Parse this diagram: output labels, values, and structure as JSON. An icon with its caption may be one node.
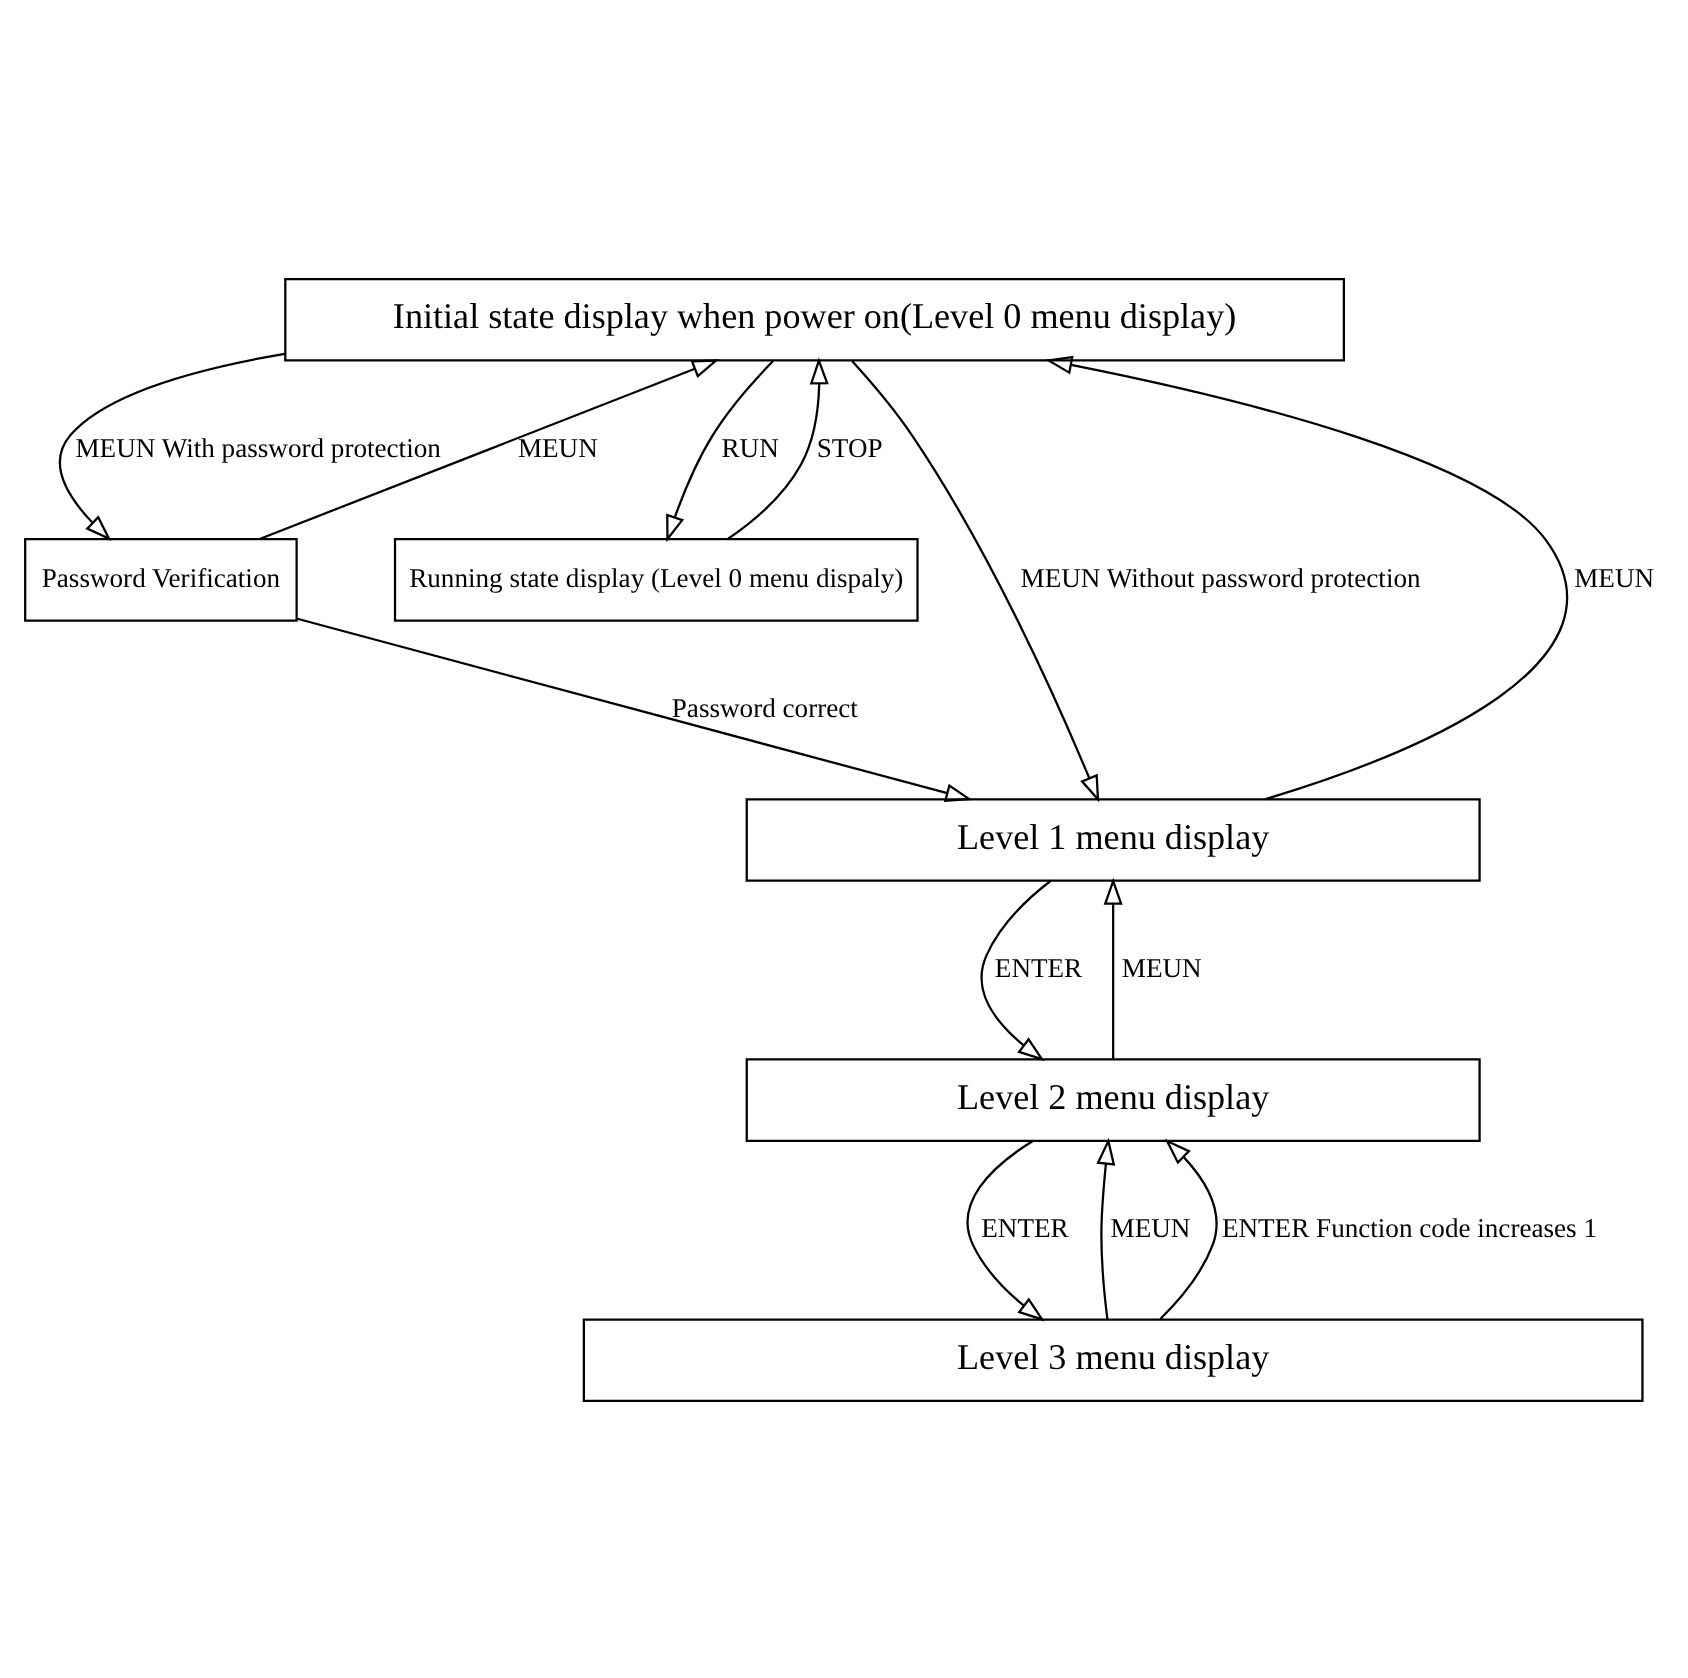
{
  "diagram": {
    "nodes": [
      {
        "text": [
          "Initial state display when power on(Level 0 menu display)"
        ]
      },
      {
        "text": [
          "Password Verification"
        ]
      },
      {
        "text": [
          "Running state display (Level 0 menu dispaly)"
        ]
      },
      {
        "text": [
          "Level 1 menu display"
        ]
      },
      {
        "text": [
          "Level 2 menu display"
        ]
      },
      {
        "text": [
          "Level 3 menu display"
        ]
      }
    ],
    "edges": [
      {
        "from": 3,
        "to": 0,
        "arrow": "to",
        "label": "MEUN"
      },
      {
        "from": 0,
        "to": 3,
        "arrow": "to",
        "label": "MEUN Without password protection"
      },
      {
        "from": 1,
        "to": 0,
        "arrow": "to",
        "label": "MEUN"
      },
      {
        "from": 0,
        "to": 1,
        "arrow": "to",
        "label": "MEUN With password protection"
      },
      {
        "from": 0,
        "to": 2,
        "arrow": "to",
        "label": "RUN"
      },
      {
        "from": 2,
        "to": 0,
        "arrow": "to",
        "label": "STOP"
      },
      {
        "from": 1,
        "to": 3,
        "arrow": "to",
        "label": "Password correct"
      },
      {
        "from": 4,
        "to": 3,
        "arrow": "to",
        "label": "MEUN"
      },
      {
        "from": 3,
        "to": 4,
        "arrow": "to",
        "label": "ENTER"
      },
      {
        "from": 5,
        "to": 4,
        "arrow": "to",
        "label": "MEUN"
      },
      {
        "from": 4,
        "to": 5,
        "arrow": "to",
        "label": "ENTER"
      },
      {
        "from": 5,
        "to": 4,
        "arrow": "to",
        "label": "ENTER Function code increases 1"
      }
    ]
  }
}
